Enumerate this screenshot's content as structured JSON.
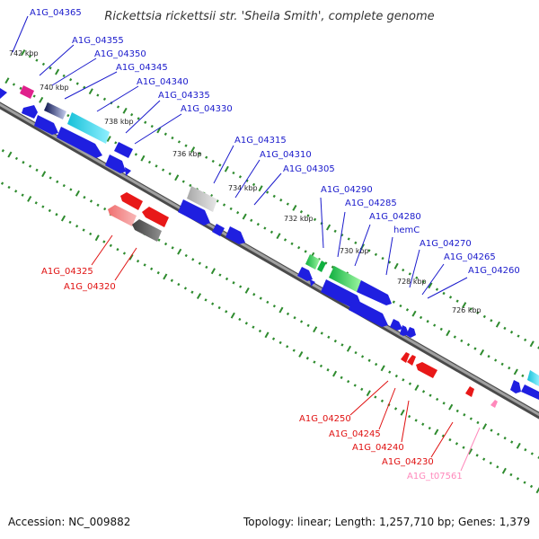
{
  "title": "Rickettsia rickettsii str. 'Sheila Smith', complete genome",
  "footer": {
    "accession": "Accession: NC_009882",
    "summary": "Topology: linear; Length: 1,257,710 bp; Genes: 1,379"
  },
  "colors": {
    "background": "#ffffff",
    "backbone": "#808080",
    "tick_dots": "#2e8b2e",
    "forward_label": "#1a1acc",
    "reverse_label": "#e01010",
    "trna_label": "#ff88bb",
    "cds_blue": "#1f1fe0",
    "cds_red": "#e81818"
  },
  "scale_labels": [
    "742 kbp",
    "740 kbp",
    "738 kbp",
    "736 kbp",
    "734 kbp",
    "732 kbp",
    "730 kbp",
    "728 kbp",
    "726 kbp"
  ],
  "top_labels": [
    "A1G_04365",
    "A1G_04355",
    "A1G_04350",
    "A1G_04345",
    "A1G_04340",
    "A1G_04335",
    "A1G_04330",
    "A1G_04315",
    "A1G_04310",
    "A1G_04305",
    "A1G_04290",
    "A1G_04285",
    "A1G_04280",
    "hemC",
    "A1G_04270",
    "A1G_04265",
    "A1G_04260"
  ],
  "bottom_labels": [
    "A1G_04325",
    "A1G_04320",
    "A1G_04250",
    "A1G_04245",
    "A1G_04240",
    "A1G_04230",
    "A1G_t07561"
  ]
}
